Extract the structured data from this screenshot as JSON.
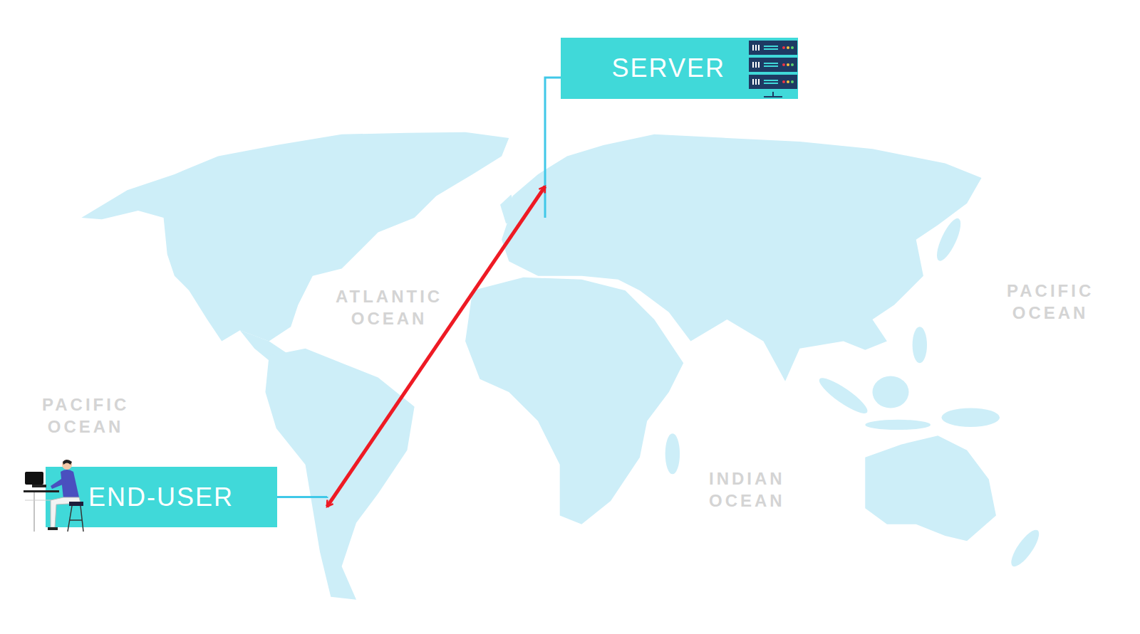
{
  "diagram": {
    "nodes": [
      {
        "text": [
          "SERVER"
        ]
      },
      {
        "text": [
          "END-USER"
        ]
      }
    ],
    "edges": [
      {
        "from": 1,
        "to": 0,
        "arrow": "both"
      }
    ],
    "labels": [
      "ATLANTIC OCEAN",
      "PACIFIC OCEAN",
      "PACIFIC OCEAN",
      "INDIAN OCEAN"
    ]
  }
}
